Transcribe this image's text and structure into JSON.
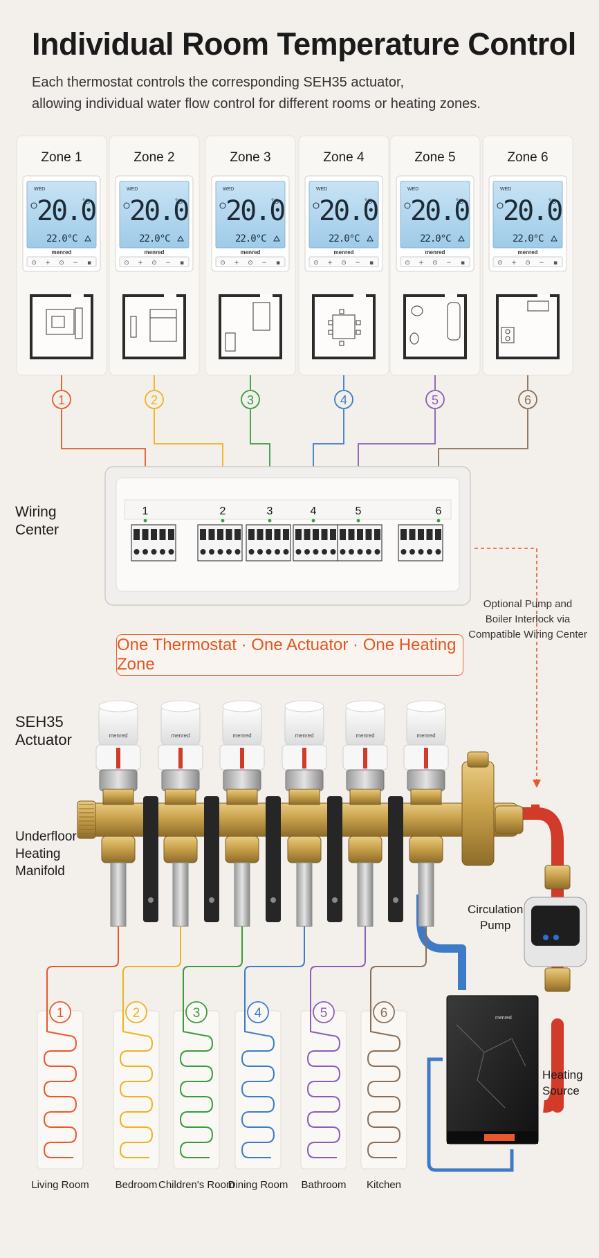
{
  "title": "Individual Room Temperature Control",
  "subtitle": {
    "line1": "Each thermostat controls the corresponding SEH35 actuator,",
    "line2": "allowing individual water flow control for different rooms or heating zones."
  },
  "zones": [
    {
      "name": "Zone 1",
      "number": "1",
      "color": "#e8582a",
      "room": "Living Room",
      "room_icon": "sofa-icon"
    },
    {
      "name": "Zone 2",
      "number": "2",
      "color": "#f0b21c",
      "room": "Bedroom",
      "room_icon": "bed-icon"
    },
    {
      "name": "Zone 3",
      "number": "3",
      "color": "#3a9a3e",
      "room": "Children's Room",
      "room_icon": "single-bed-icon"
    },
    {
      "name": "Zone 4",
      "number": "4",
      "color": "#3d7bc8",
      "room": "Dining Room",
      "room_icon": "dining-table-icon"
    },
    {
      "name": "Zone 5",
      "number": "5",
      "color": "#8a5cb8",
      "room": "Bathroom",
      "room_icon": "bathtub-icon"
    },
    {
      "name": "Zone 6",
      "number": "6",
      "color": "#8a6e55",
      "room": "Kitchen",
      "room_icon": "stove-icon"
    }
  ],
  "thermostat": {
    "day": "WED",
    "temperature": "20.0",
    "unit": "°C",
    "set_temperature": "22.0°C",
    "brand": "menred",
    "buttons": [
      "⊙",
      "+",
      "⊙",
      "−",
      "▪"
    ]
  },
  "wiring_center": {
    "label_line1": "Wiring",
    "label_line2": "Center",
    "terminals": [
      "1",
      "2",
      "3",
      "4",
      "5",
      "6"
    ]
  },
  "slogan": "One Thermostat · One Actuator · One Heating Zone",
  "optional_note": {
    "line1": "Optional Pump and",
    "line2": "Boiler Interlock via",
    "line3": "Compatible Wiring Center"
  },
  "actuator": {
    "label_line1": "SEH35",
    "label_line2": "Actuator",
    "brand": "menred"
  },
  "manifold": {
    "label_line1": "Underfloor",
    "label_line2": "Heating",
    "label_line3": "Manifold"
  },
  "pump": {
    "label_line1": "Circulation",
    "label_line2": "Pump"
  },
  "heating_source": {
    "label_line1": "Heating",
    "label_line2": "Source",
    "brand": "menred"
  },
  "colors": {
    "accent": "#e8582a",
    "brass": "#c9a24c",
    "hot_pipe": "#d23a2a",
    "cold_pipe": "#3d7bc8",
    "background": "#f3efeb"
  }
}
